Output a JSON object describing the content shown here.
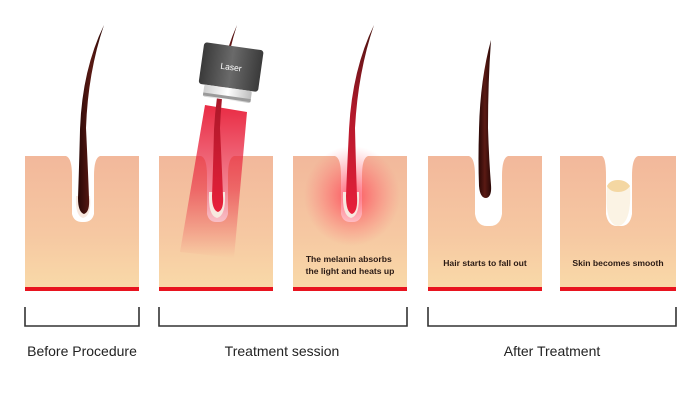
{
  "device": {
    "label": "Laser"
  },
  "panels": [
    {
      "name": "panel-before",
      "caption": []
    },
    {
      "name": "panel-laser",
      "caption": []
    },
    {
      "name": "panel-absorb",
      "caption": [
        "The melanin absorbs",
        "the light and heats up"
      ]
    },
    {
      "name": "panel-fall-out",
      "caption": [
        "Hair starts to fall out"
      ]
    },
    {
      "name": "panel-smooth",
      "caption": [
        "Skin becomes smooth"
      ]
    }
  ],
  "groups": [
    {
      "label": "Before Procedure"
    },
    {
      "label": "Treatment session"
    },
    {
      "label": "After Treatment"
    }
  ],
  "colors": {
    "skin_top": "#f2b89b",
    "skin_bottom": "#f9d6a6",
    "baseline": "#e8141f",
    "hair": "#4a1410",
    "laser": "#e8203a",
    "bracket": "#333333"
  }
}
